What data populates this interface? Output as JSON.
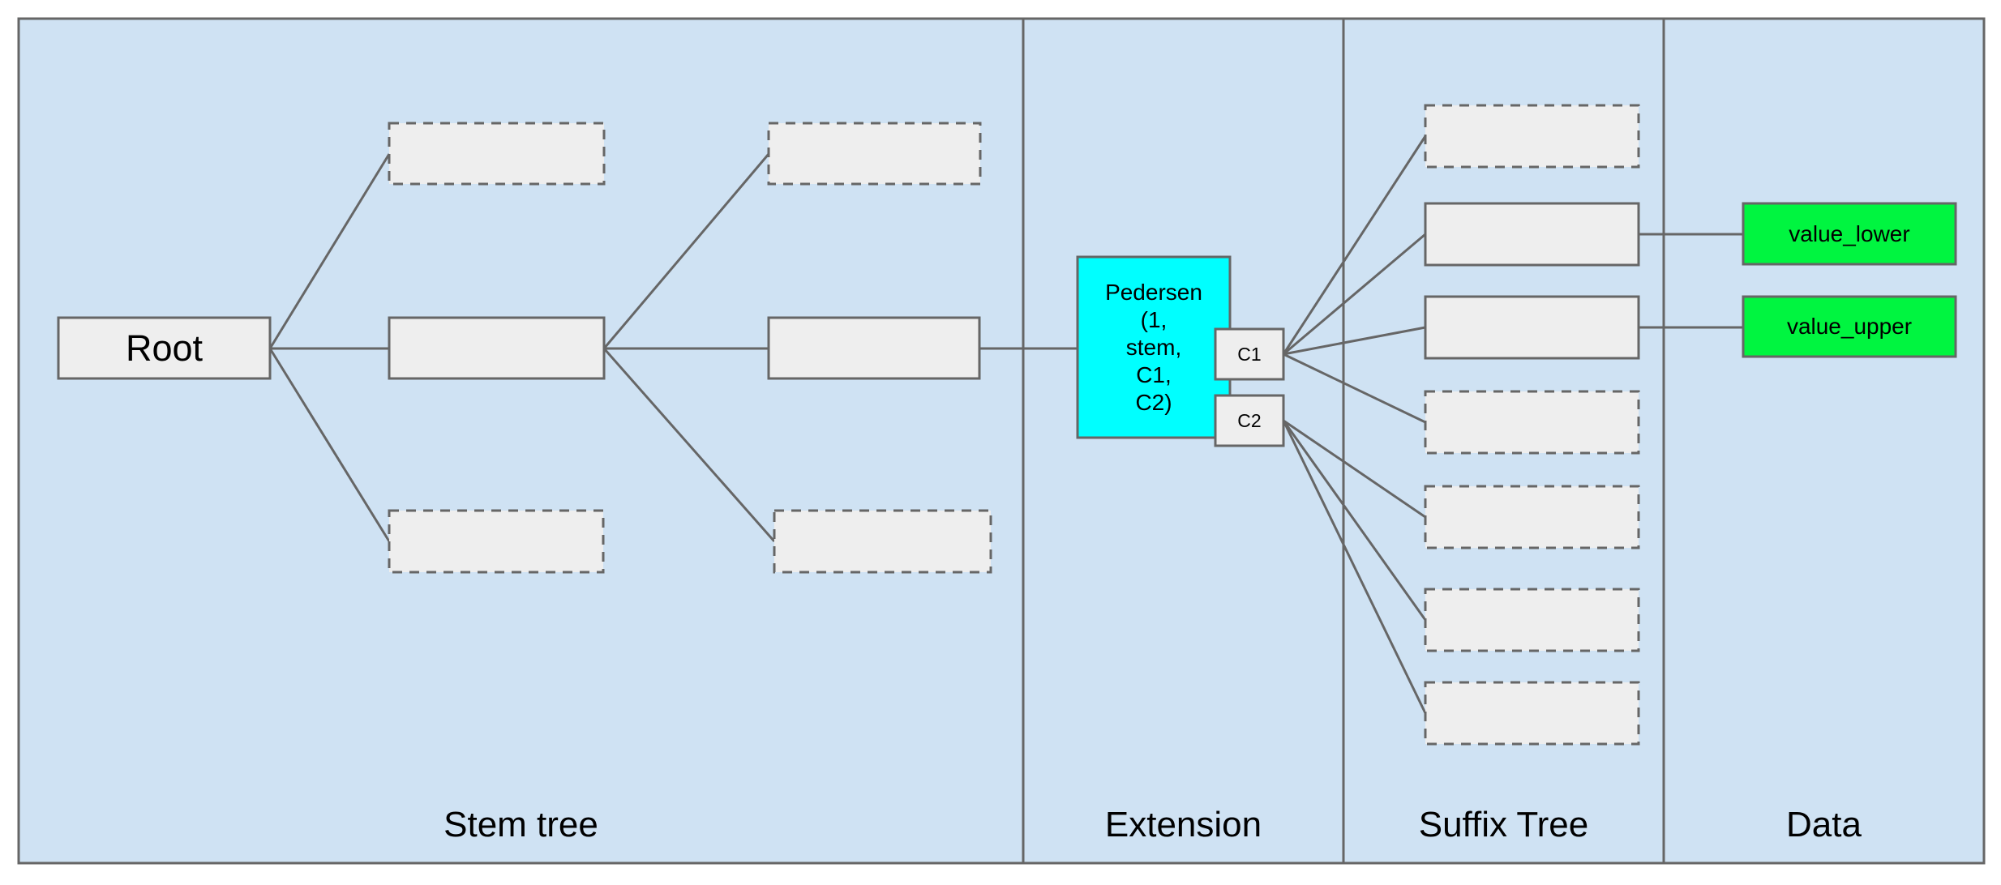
{
  "diagram": {
    "sections": [
      {
        "label": "Stem tree"
      },
      {
        "label": "Extension"
      },
      {
        "label": "Suffix Tree"
      },
      {
        "label": "Data"
      }
    ],
    "nodes": {
      "root": {
        "label": "Root"
      },
      "pedersen": {
        "label": "Pedersen (1, stem, C1, C2)",
        "lines": [
          "Pedersen",
          "(1,",
          "stem,",
          "C1,",
          "C2)"
        ]
      },
      "c1": {
        "label": "C1"
      },
      "c2": {
        "label": "C2"
      },
      "value_lower": {
        "label": "value_lower"
      },
      "value_upper": {
        "label": "value_upper"
      }
    },
    "placeholder_nodes": {
      "stem_tree": {
        "dashed": 4,
        "solid": 2
      },
      "suffix_tree": {
        "dashed": 5,
        "solid": 2
      }
    },
    "colors": {
      "canvas_fill": "#cfe2f3",
      "node_fill": "#eeeeee",
      "stroke": "#666666",
      "extension_fill": "#00ffff",
      "data_fill": "#00f540"
    }
  }
}
